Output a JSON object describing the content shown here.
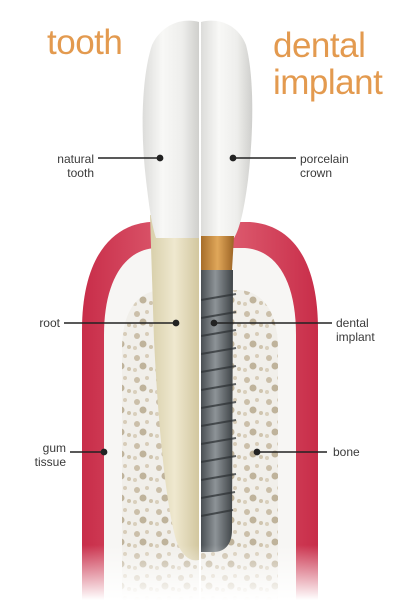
{
  "headings": {
    "left": "tooth",
    "right": "dental\nimplant"
  },
  "labels": {
    "natural_tooth": "natural\ntooth",
    "porcelain_crown": "porcelain\ncrown",
    "root": "root",
    "dental_implant": "dental\nimplant",
    "gum_tissue": "gum\ntissue",
    "bone": "bone"
  },
  "colors": {
    "heading": "#e39a4f",
    "gum": "#d8405a",
    "crown": "#ececec",
    "root": "#e8e0c5",
    "bone": "#f3f1ee",
    "implant_metal": "#6a7074",
    "abutment_gold": "#c58a3d"
  }
}
